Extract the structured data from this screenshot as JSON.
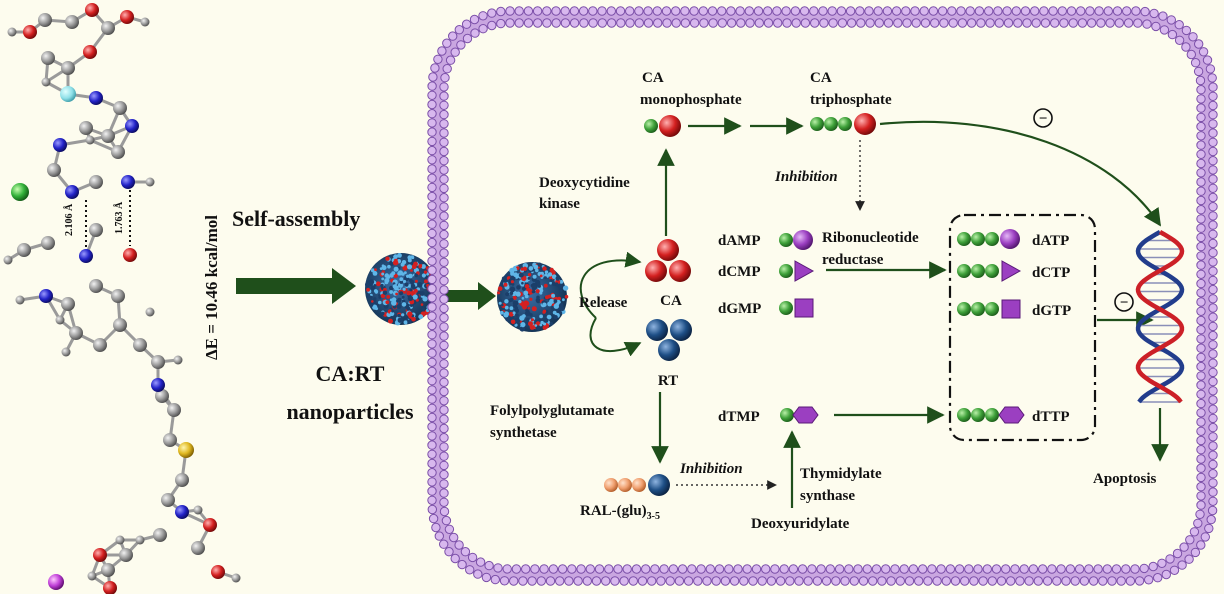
{
  "left": {
    "bond_length_1": "2.106 Å",
    "bond_length_2": "1.763 Å",
    "energy": "ΔE = 10.46 kcal/mol",
    "self_assembly": "Self-assembly",
    "nanoparticles_line1": "CA:RT",
    "nanoparticles_line2": "nanoparticles"
  },
  "cell": {
    "ca_mono_1": "CA",
    "ca_mono_2": "monophosphate",
    "ca_tri_1": "CA",
    "ca_tri_2": "triphosphate",
    "inhibition_top": "Inhibition",
    "deoxycytidine_1": "Deoxycytidine",
    "deoxycytidine_2": "kinase",
    "release": "Release",
    "ca": "CA",
    "rt": "RT",
    "damp": "dAMP",
    "dcmp": "dCMP",
    "dgmp": "dGMP",
    "dtmp": "dTMP",
    "rnr_1": "Ribonucleotide",
    "rnr_2": "reductase",
    "datp": "dATP",
    "dctp": "dCTP",
    "dgtp": "dGTP",
    "dttp": "dTTP",
    "fpgs_1": "Folylpolyglutamate",
    "fpgs_2": "synthetase",
    "ral_main": "RAL-(glu)",
    "ral_sub": "3-5",
    "inhibition_bottom": "Inhibition",
    "ts_1": "Thymidylate",
    "ts_2": "synthase",
    "deoxyuridylate": "Deoxyuridylate",
    "apoptosis": "Apoptosis",
    "minus_1": "−",
    "minus_2": "−"
  },
  "colors": {
    "background": "#fdfcee",
    "membrane": "#c9a6e0",
    "membrane_outline": "#7b4fa8",
    "arrow": "#1f4f1b",
    "phosphate_green": "#3fa13a",
    "ca_red": "#d42020",
    "rt_blue": "#1e4f86",
    "nucleotide_purple": "#9b3fc1",
    "glu_orange": "#f0a070",
    "dna_red": "#cc2027",
    "dna_blue": "#223d8c"
  }
}
